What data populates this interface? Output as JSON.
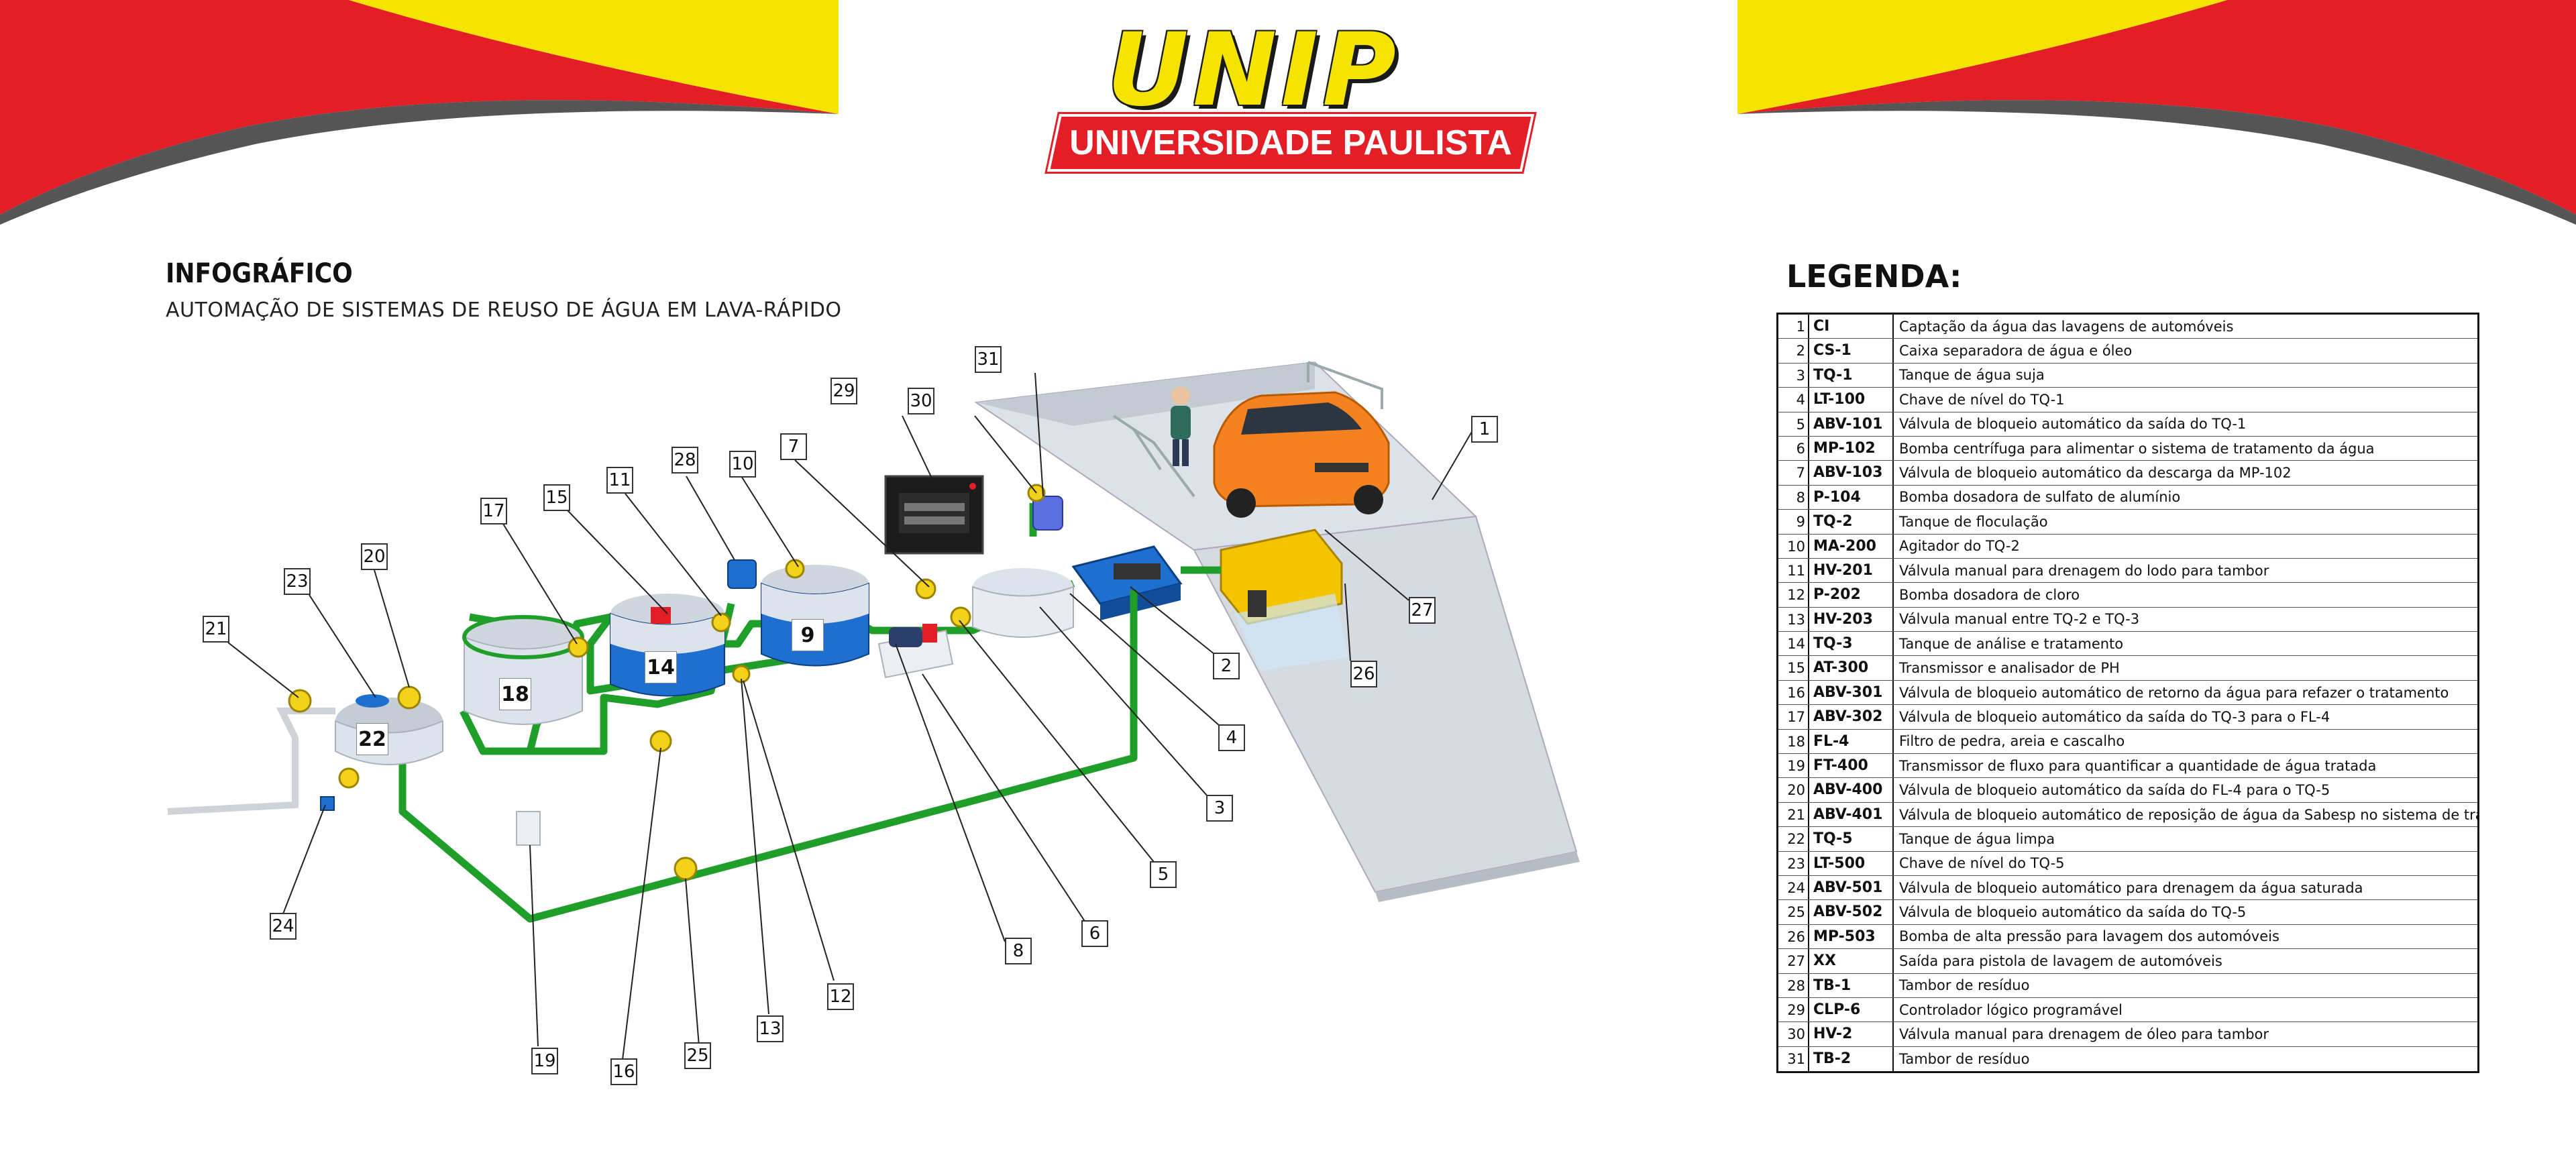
{
  "logo": {
    "wordmark": "UNIP",
    "banner": "UNIVERSIDADE PAULISTA"
  },
  "infographic": {
    "title": "INFOGRÁFICO",
    "subtitle": "AUTOMAÇÃO DE SISTEMAS DE REUSO DE ÁGUA EM LAVA-RÁPIDO"
  },
  "legend": {
    "title": "LEGENDA:",
    "rows": [
      {
        "num": "1",
        "code": "CI",
        "desc": "Captação da água das lavagens de automóveis"
      },
      {
        "num": "2",
        "code": "CS-1",
        "desc": "Caixa separadora de água e óleo"
      },
      {
        "num": "3",
        "code": "TQ-1",
        "desc": "Tanque de água suja"
      },
      {
        "num": "4",
        "code": "LT-100",
        "desc": "Chave de nível do TQ-1"
      },
      {
        "num": "5",
        "code": "ABV-101",
        "desc": "Válvula de bloqueio automático da saída do TQ-1"
      },
      {
        "num": "6",
        "code": "MP-102",
        "desc": "Bomba centrífuga para alimentar o sistema de tratamento da água"
      },
      {
        "num": "7",
        "code": "ABV-103",
        "desc": "Válvula de bloqueio automático da descarga da MP-102"
      },
      {
        "num": "8",
        "code": "P-104",
        "desc": "Bomba dosadora de sulfato de alumínio"
      },
      {
        "num": "9",
        "code": "TQ-2",
        "desc": "Tanque de floculação"
      },
      {
        "num": "10",
        "code": "MA-200",
        "desc": "Agitador do TQ-2"
      },
      {
        "num": "11",
        "code": "HV-201",
        "desc": "Válvula manual para drenagem do lodo para tambor"
      },
      {
        "num": "12",
        "code": "P-202",
        "desc": "Bomba dosadora de cloro"
      },
      {
        "num": "13",
        "code": "HV-203",
        "desc": "Válvula manual entre TQ-2 e TQ-3"
      },
      {
        "num": "14",
        "code": "TQ-3",
        "desc": "Tanque de análise e tratamento"
      },
      {
        "num": "15",
        "code": "AT-300",
        "desc": "Transmissor e analisador de PH"
      },
      {
        "num": "16",
        "code": "ABV-301",
        "desc": "Válvula de bloqueio automático de retorno da água para refazer o tratamento"
      },
      {
        "num": "17",
        "code": "ABV-302",
        "desc": "Válvula de bloqueio  automático da saída do TQ-3 para o FL-4"
      },
      {
        "num": "18",
        "code": "FL-4",
        "desc": "Filtro de pedra, areia e cascalho"
      },
      {
        "num": "19",
        "code": "FT-400",
        "desc": "Transmissor de fluxo para quantificar a quantidade de água tratada"
      },
      {
        "num": "20",
        "code": "ABV-400",
        "desc": "Válvula de bloqueio  automático da saída do FL-4 para o TQ-5"
      },
      {
        "num": "21",
        "code": "ABV-401",
        "desc": "Válvula de bloqueio automático de reposição de água da Sabesp no sistema de tratamento"
      },
      {
        "num": "22",
        "code": "TQ-5",
        "desc": "Tanque de água limpa"
      },
      {
        "num": "23",
        "code": "LT-500",
        "desc": "Chave de nível do TQ-5"
      },
      {
        "num": "24",
        "code": "ABV-501",
        "desc": "Válvula de bloqueio automático para drenagem da água saturada"
      },
      {
        "num": "25",
        "code": "ABV-502",
        "desc": "Válvula de bloqueio automático da saída do TQ-5"
      },
      {
        "num": "26",
        "code": "MP-503",
        "desc": "Bomba de alta pressão para lavagem dos automóveis"
      },
      {
        "num": "27",
        "code": "XX",
        "desc": "Saída para pistola de lavagem de automóveis"
      },
      {
        "num": "28",
        "code": "TB-1",
        "desc": "Tambor de resíduo"
      },
      {
        "num": "29",
        "code": "CLP-6",
        "desc": "Controlador lógico programável"
      },
      {
        "num": "30",
        "code": "HV-2",
        "desc": "Válvula manual para drenagem de óleo para tambor"
      },
      {
        "num": "31",
        "code": "TB-2",
        "desc": "Tambor de resíduo"
      }
    ]
  },
  "diagram": {
    "callouts": [
      "1",
      "2",
      "3",
      "4",
      "5",
      "6",
      "7",
      "8",
      "9",
      "10",
      "11",
      "12",
      "13",
      "14",
      "15",
      "16",
      "17",
      "18",
      "19",
      "20",
      "21",
      "22",
      "23",
      "24",
      "25",
      "26",
      "27",
      "28",
      "29",
      "30",
      "31"
    ],
    "tank_labels": [
      "18",
      "14",
      "9",
      "22"
    ],
    "colors": {
      "pipe": "#1f9e2a",
      "tank_blue": "#1e6fd0",
      "valve_yellow": "#f2d21b",
      "car_orange": "#f58220",
      "pump_yellow": "#f5c400",
      "brand_red": "#e41e26",
      "brand_yellow": "#f5e400"
    }
  }
}
